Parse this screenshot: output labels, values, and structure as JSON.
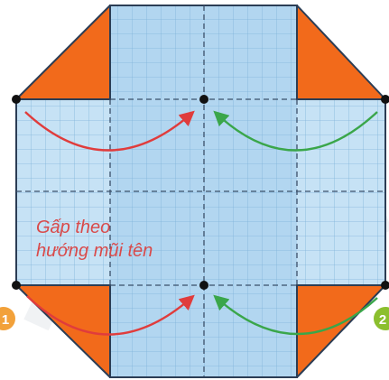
{
  "instruction": {
    "line1": "Gấp theo",
    "line2": "hướng mũi tên"
  },
  "markers": [
    {
      "label": "1",
      "color": "#f2a13a"
    },
    {
      "label": "2",
      "color": "#8bbf2e"
    }
  ],
  "colors": {
    "paper": "#c6e2f5",
    "paper_center": "#9fcbea",
    "grid": "#7fb4da",
    "fold_line": "#3a4f6a",
    "corner_orange": "#f26a1b",
    "outline": "#2b3d55",
    "arrow_red": "#e03c3c",
    "arrow_green": "#3aa64a",
    "text": "#d94a4a",
    "point": "#111111"
  }
}
